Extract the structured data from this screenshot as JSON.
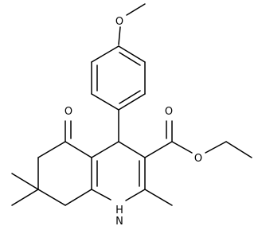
{
  "molecule": {
    "atoms": {
      "methoxy_o": "O",
      "ketone_o": "O",
      "ester_carbonyl_o": "O",
      "ester_o": "O",
      "ring_nh": "H",
      "ring_n": "N"
    },
    "colors": {
      "bond": "#000000",
      "label": "#000000",
      "background": "#ffffff"
    }
  }
}
